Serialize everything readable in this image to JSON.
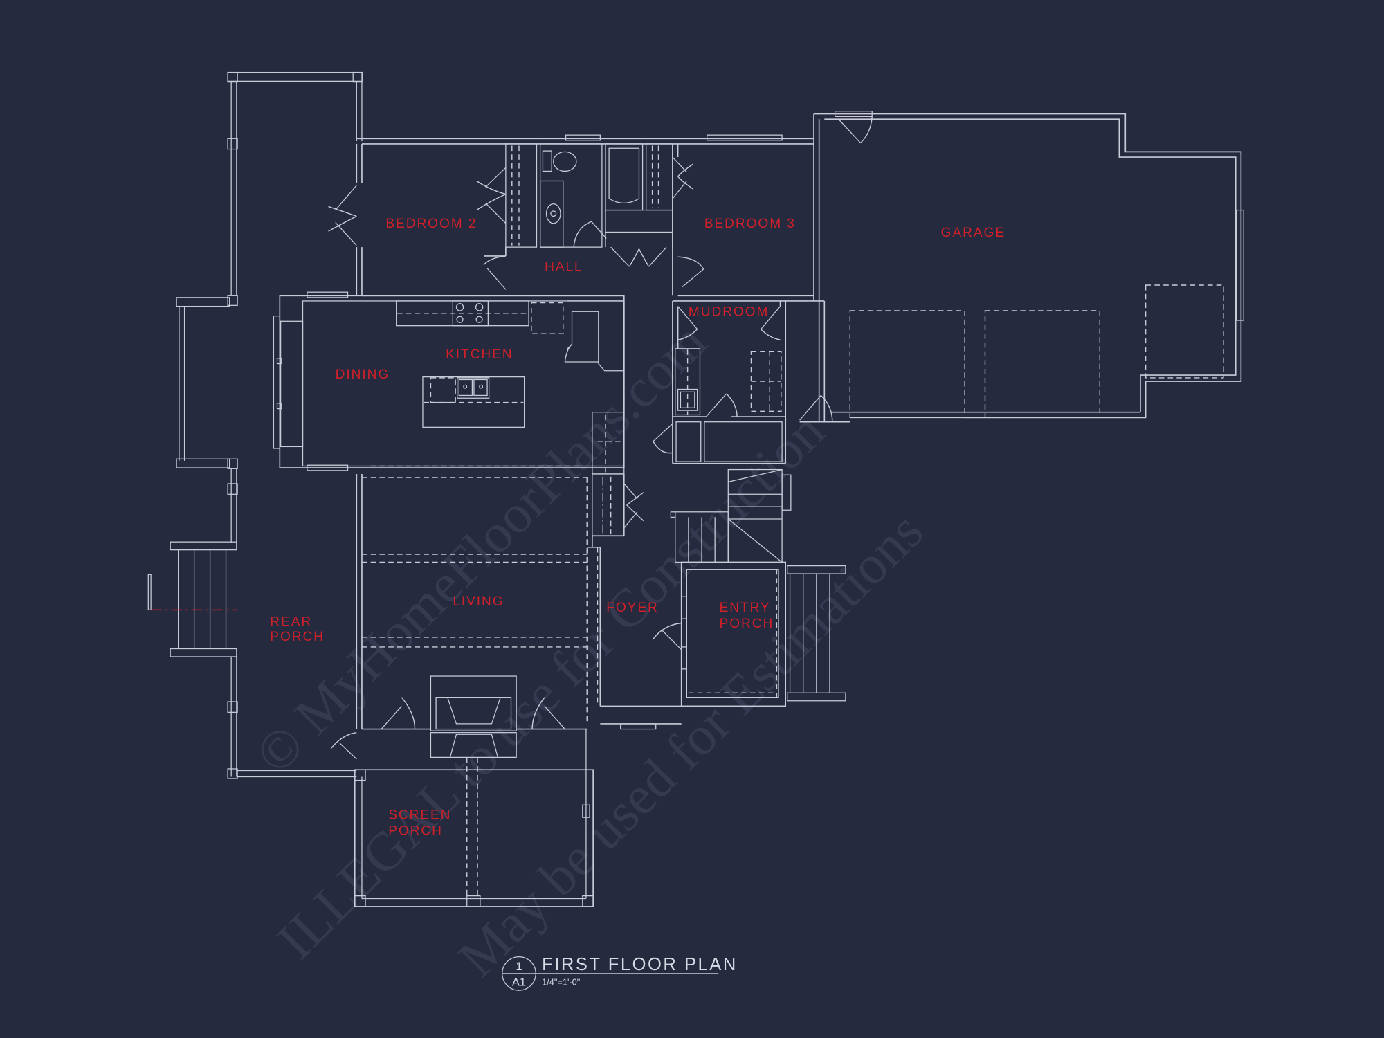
{
  "drawing": {
    "title": "FIRST FLOOR PLAN",
    "scale": "1/4\"=1'-0\"",
    "detail_tag": {
      "number": "1",
      "sheet": "A1"
    },
    "background_color": "#252a3e",
    "line_color": "#c9ccd8",
    "label_color": "#d0202a"
  },
  "rooms": {
    "bedroom2": "BEDROOM 2",
    "bedroom3": "BEDROOM 3",
    "hall": "HALL",
    "garage": "GARAGE",
    "mudroom": "MUDROOM",
    "kitchen": "KITCHEN",
    "dining": "DINING",
    "living": "LIVING",
    "foyer": "FOYER",
    "entry_porch_1": "ENTRY",
    "entry_porch_2": "PORCH",
    "rear_porch_1": "REAR",
    "rear_porch_2": "PORCH",
    "screen_porch_1": "SCREEN",
    "screen_porch_2": "PORCH"
  },
  "watermark": {
    "line1": "© MyHomeFloorPlans.com",
    "line2": "ILLEGAL to use for Construction",
    "line3": "May be used for Estimations"
  }
}
